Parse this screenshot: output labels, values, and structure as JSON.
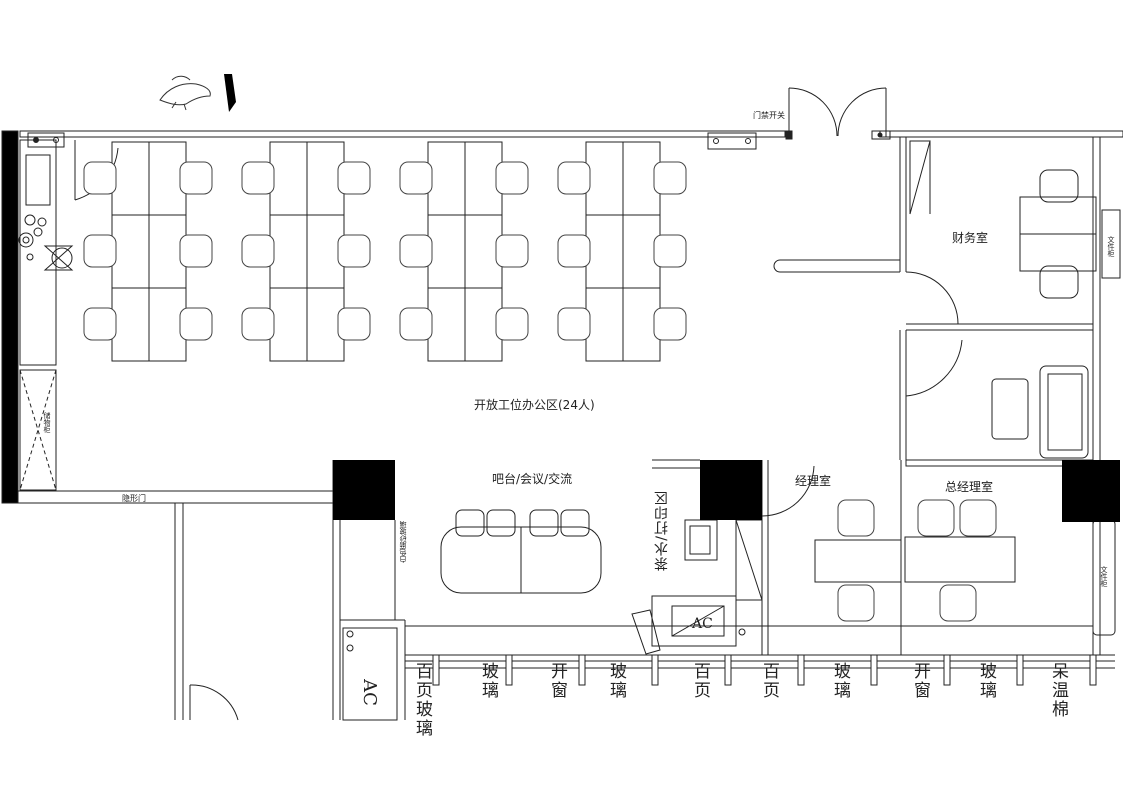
{
  "labels": {
    "door_switch": "门禁开关",
    "finance_room": "财务室",
    "open_office": "开放工位办公区(24人)",
    "bar_area": "吧台/会议/交流",
    "manager_room": "经理室",
    "gm_room": "总经理室",
    "hidden_door": "隐形门",
    "water_print": "茶水/打印区",
    "cabinet_left": "储物柜",
    "cabinet_finance": "文件柜",
    "cabinet_gm": "文件柜",
    "frosted_glass": "白色磨砂玻璃",
    "ac_unit": "AC",
    "ac_unit_left": "AC"
  },
  "window_labels": [
    "百页玻璃",
    "玻璃",
    "开窗",
    "玻璃",
    "百页",
    "百页",
    "玻璃",
    "开窗",
    "玻璃",
    "呆温棉"
  ],
  "colors": {
    "line": "#222222",
    "fill_black": "#000000",
    "furniture": "#444444"
  }
}
